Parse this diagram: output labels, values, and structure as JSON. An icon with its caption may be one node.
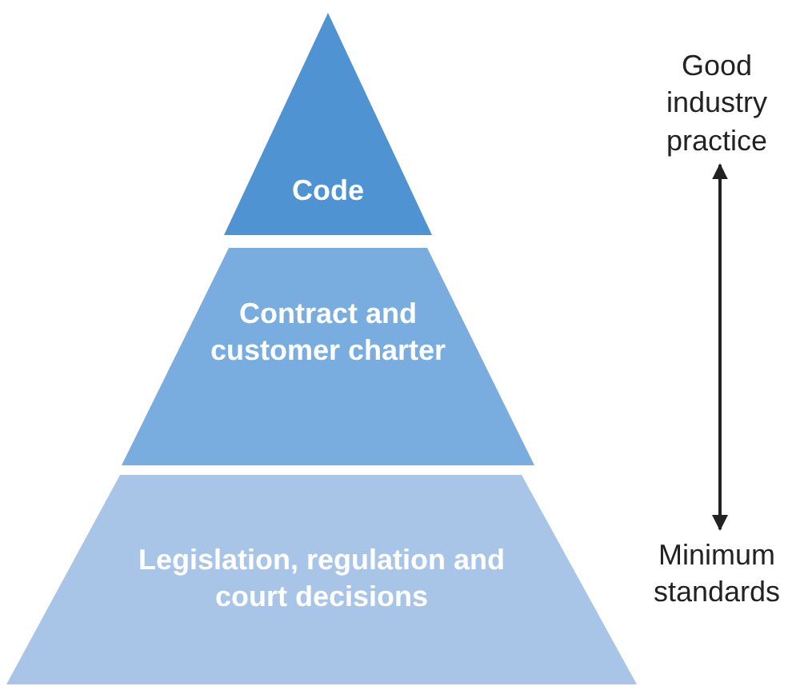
{
  "diagram": {
    "nodes": [
      {
        "text": [
          "Code"
        ]
      },
      {
        "text": [
          "Contract and customer charter"
        ]
      },
      {
        "text": [
          "Legislation, regulation and court decisions"
        ]
      },
      {
        "text": [
          "Good industry practice"
        ]
      },
      {
        "text": [
          "Minimum standards"
        ]
      }
    ],
    "edges": [
      {
        "from": 3,
        "to": 4,
        "arrow": "both"
      }
    ]
  }
}
